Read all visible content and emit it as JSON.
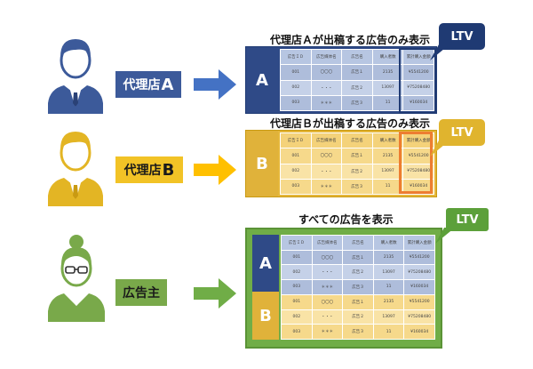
{
  "agencies": {
    "a": {
      "label": "代理店",
      "letter": "A"
    },
    "b": {
      "label": "代理店",
      "letter": "B"
    },
    "advertiser": {
      "label": "広告主"
    }
  },
  "captions": {
    "a": "代理店Ａが出稿する広告のみ表示",
    "b": "代理店Ｂが出稿する広告のみ表示",
    "all": "すべての広告を表示"
  },
  "ltv": "LTV",
  "block_letters": {
    "a": "A",
    "b": "B"
  },
  "table_a": {
    "headers": [
      "広告ＩＤ",
      "広告媒体名",
      "広告名",
      "購入者数",
      "累計購入金額"
    ],
    "rows": [
      [
        "001",
        "〇〇〇",
        "広告１",
        "2135",
        "¥5541200"
      ],
      [
        "002",
        "・・・",
        "広告２",
        "13097",
        "¥75208480"
      ],
      [
        "003",
        "＊＊＊",
        "広告３",
        "11",
        "¥160034"
      ]
    ]
  },
  "table_b": {
    "headers": [
      "広告ＩＤ",
      "広告媒体名",
      "広告名",
      "購入者数",
      "累計購入金額"
    ],
    "rows": [
      [
        "001",
        "〇〇〇",
        "広告１",
        "2135",
        "¥5541200"
      ],
      [
        "002",
        "・・・",
        "広告２",
        "13097",
        "¥75208480"
      ],
      [
        "003",
        "＊＊＊",
        "広告３",
        "11",
        "¥160034"
      ]
    ]
  },
  "table_all": {
    "headers": [
      "広告ＩＤ",
      "広告媒体名",
      "広告名",
      "購入者数",
      "累計購入金額"
    ],
    "rows_a": [
      [
        "001",
        "〇〇〇",
        "広告１",
        "2135",
        "¥5541200"
      ],
      [
        "002",
        "・・・",
        "広告２",
        "13097",
        "¥75208480"
      ],
      [
        "003",
        "＊＊＊",
        "広告３",
        "11",
        "¥160034"
      ]
    ],
    "rows_b": [
      [
        "001",
        "〇〇〇",
        "広告１",
        "2135",
        "¥5541200"
      ],
      [
        "002",
        "・・・",
        "広告２",
        "13097",
        "¥75208480"
      ],
      [
        "003",
        "＊＊＊",
        "広告３",
        "11",
        "¥160034"
      ]
    ]
  },
  "colors": {
    "agency_a": "#3c5a9a",
    "agency_b": "#f2c326",
    "advertiser": "#79a94a",
    "ltv_a": "#1f3a73",
    "ltv_b": "#e0b42e",
    "ltv_all": "#5ca03a",
    "highlight_b": "#ed7d31"
  }
}
